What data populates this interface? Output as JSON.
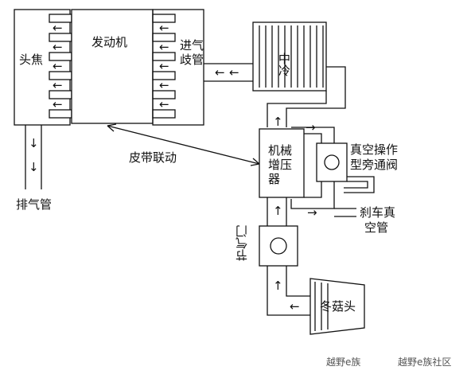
{
  "labels": {
    "engine": "发动机",
    "head": "头焦",
    "exhaust_pipe": "排气管",
    "intake_manifold_1": "进气",
    "intake_manifold_2": "歧管",
    "intercooler": "中冷",
    "belt": "皮带联动",
    "supercharger_1": "机械",
    "supercharger_2": "增压",
    "supercharger_3": "器",
    "bypass_1": "真空操作",
    "bypass_2": "型旁通阀",
    "brake_1": "刹车真",
    "brake_2": "空管",
    "throttle": "节气门",
    "filter": "冬菇头"
  },
  "watermark": {
    "left": "越野e族",
    "right": "越野e族社区"
  },
  "arrows": {
    "left": "←",
    "up": "↑",
    "down": "↓",
    "right": "→"
  }
}
